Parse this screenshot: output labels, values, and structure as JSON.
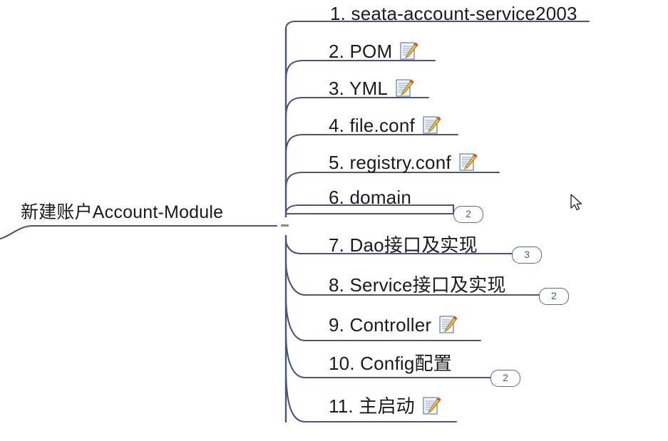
{
  "app": {
    "type": "mind-map",
    "background_color": "#ffffff",
    "line_color": "#4a5578",
    "text_color": "#1b1b1b",
    "badge_text_color": "#5a5a5a"
  },
  "root": {
    "label": "新建账户Account-Module",
    "collapse_toggle": {
      "name": "collapse-toggle",
      "state": "expanded",
      "glyph": "minus"
    }
  },
  "branches": [
    {
      "label": "1. seata-account-service2003",
      "note_icon": false,
      "badge": null
    },
    {
      "label": "2. POM",
      "note_icon": true,
      "badge": null
    },
    {
      "label": "3. YML",
      "note_icon": true,
      "badge": null
    },
    {
      "label": "4. file.conf",
      "note_icon": true,
      "badge": null
    },
    {
      "label": "5. registry.conf",
      "note_icon": true,
      "badge": null
    },
    {
      "label": "6. domain",
      "note_icon": false,
      "badge": "2"
    },
    {
      "label": "7. Dao接口及实现",
      "note_icon": false,
      "badge": "3"
    },
    {
      "label": "8. Service接口及实现",
      "note_icon": false,
      "badge": "2"
    },
    {
      "label": "9. Controller",
      "note_icon": true,
      "badge": null
    },
    {
      "label": "10. Config配置",
      "note_icon": false,
      "badge": "2"
    },
    {
      "label": "11. 主启动",
      "note_icon": true,
      "badge": null
    }
  ],
  "icons": {
    "memo": "memo-note-icon",
    "cursor": "mouse-pointer-icon"
  }
}
